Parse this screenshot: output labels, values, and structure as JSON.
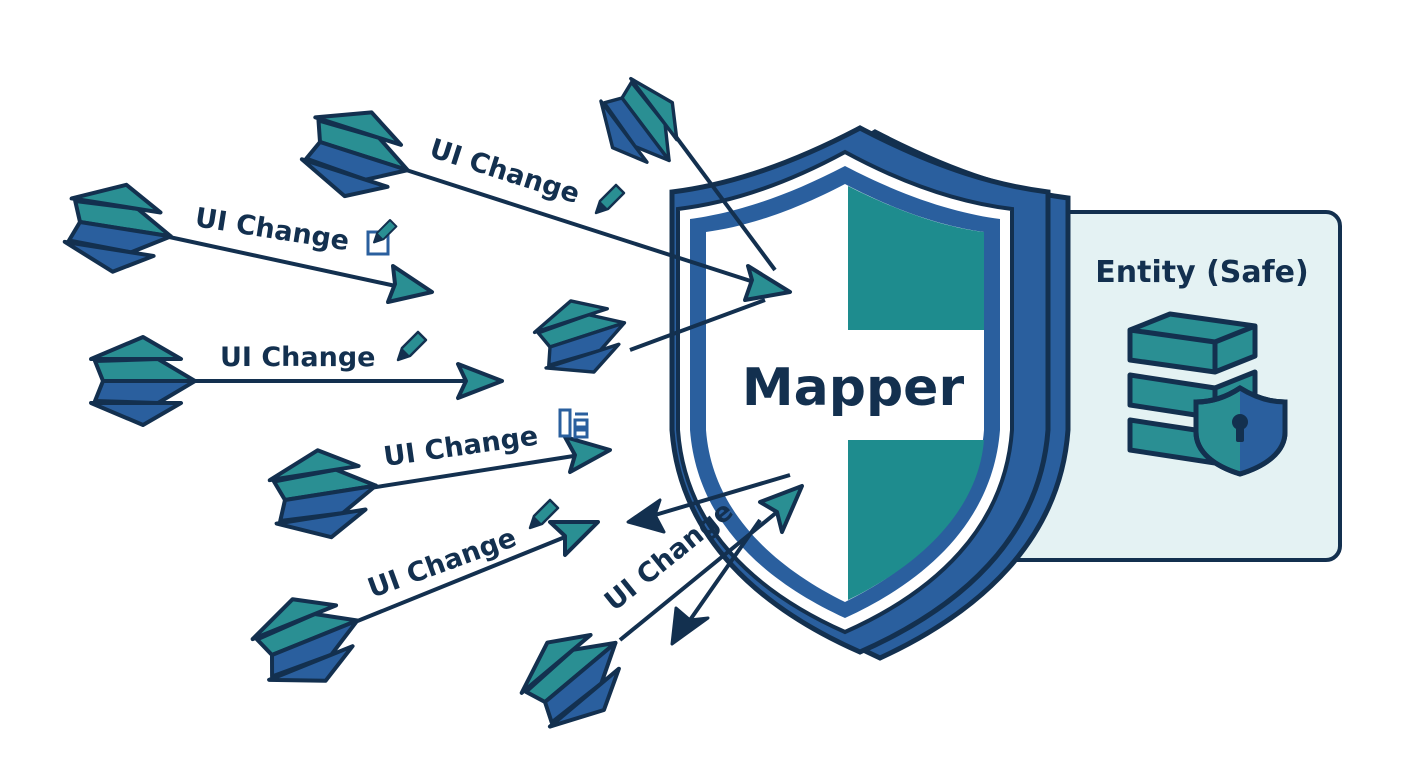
{
  "diagram": {
    "shield": {
      "label": "Mapper",
      "icon": "shield-icon"
    },
    "entity_panel": {
      "label": "Entity (Safe)",
      "icon": "database-lock-icon"
    },
    "arrows": [
      {
        "label": "UI Change",
        "icon": "edit-icon"
      },
      {
        "label": "UI Change",
        "icon": "pencil-icon"
      },
      {
        "label": "UI Change",
        "icon": "pencil-icon"
      },
      {
        "label": "UI Change",
        "icon": "layout-icon"
      },
      {
        "label": "UI Change",
        "icon": "pencil-icon"
      },
      {
        "label": "UI Change",
        "icon": "none"
      }
    ]
  },
  "colors": {
    "navy": "#13304f",
    "blue": "#2a5f9e",
    "teal": "#1e8c8e",
    "panel": "#e4f2f3"
  }
}
